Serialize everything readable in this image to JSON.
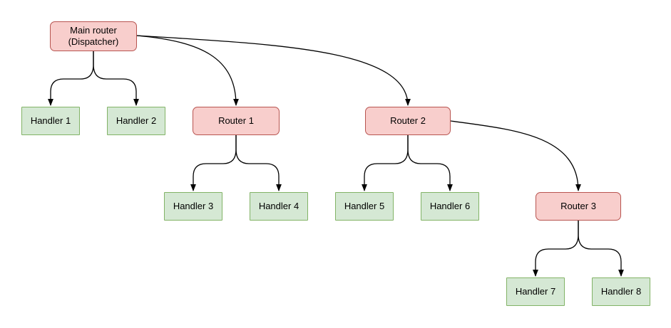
{
  "diagram": {
    "background": "#ffffff",
    "colors": {
      "router_fill": "#f8cecc",
      "router_border": "#b85450",
      "handler_fill": "#d5e8d4",
      "handler_border": "#82b366",
      "edge": "#000000",
      "text": "#000000"
    },
    "nodes": [
      {
        "id": "main-router",
        "type": "router",
        "label": "Main router\n(Dispatcher)"
      },
      {
        "id": "handler-1",
        "type": "handler",
        "label": "Handler 1"
      },
      {
        "id": "handler-2",
        "type": "handler",
        "label": "Handler 2"
      },
      {
        "id": "router-1",
        "type": "router",
        "label": "Router 1"
      },
      {
        "id": "router-2",
        "type": "router",
        "label": "Router 2"
      },
      {
        "id": "handler-3",
        "type": "handler",
        "label": "Handler 3"
      },
      {
        "id": "handler-4",
        "type": "handler",
        "label": "Handler 4"
      },
      {
        "id": "handler-5",
        "type": "handler",
        "label": "Handler 5"
      },
      {
        "id": "handler-6",
        "type": "handler",
        "label": "Handler 6"
      },
      {
        "id": "router-3",
        "type": "router",
        "label": "Router 3"
      },
      {
        "id": "handler-7",
        "type": "handler",
        "label": "Handler 7"
      },
      {
        "id": "handler-8",
        "type": "handler",
        "label": "Handler 8"
      }
    ],
    "edges": [
      {
        "from": "main-router",
        "to": "handler-1"
      },
      {
        "from": "main-router",
        "to": "handler-2"
      },
      {
        "from": "main-router",
        "to": "router-1"
      },
      {
        "from": "main-router",
        "to": "router-2"
      },
      {
        "from": "router-1",
        "to": "handler-3"
      },
      {
        "from": "router-1",
        "to": "handler-4"
      },
      {
        "from": "router-2",
        "to": "handler-5"
      },
      {
        "from": "router-2",
        "to": "handler-6"
      },
      {
        "from": "router-2",
        "to": "router-3"
      },
      {
        "from": "router-3",
        "to": "handler-7"
      },
      {
        "from": "router-3",
        "to": "handler-8"
      }
    ]
  }
}
